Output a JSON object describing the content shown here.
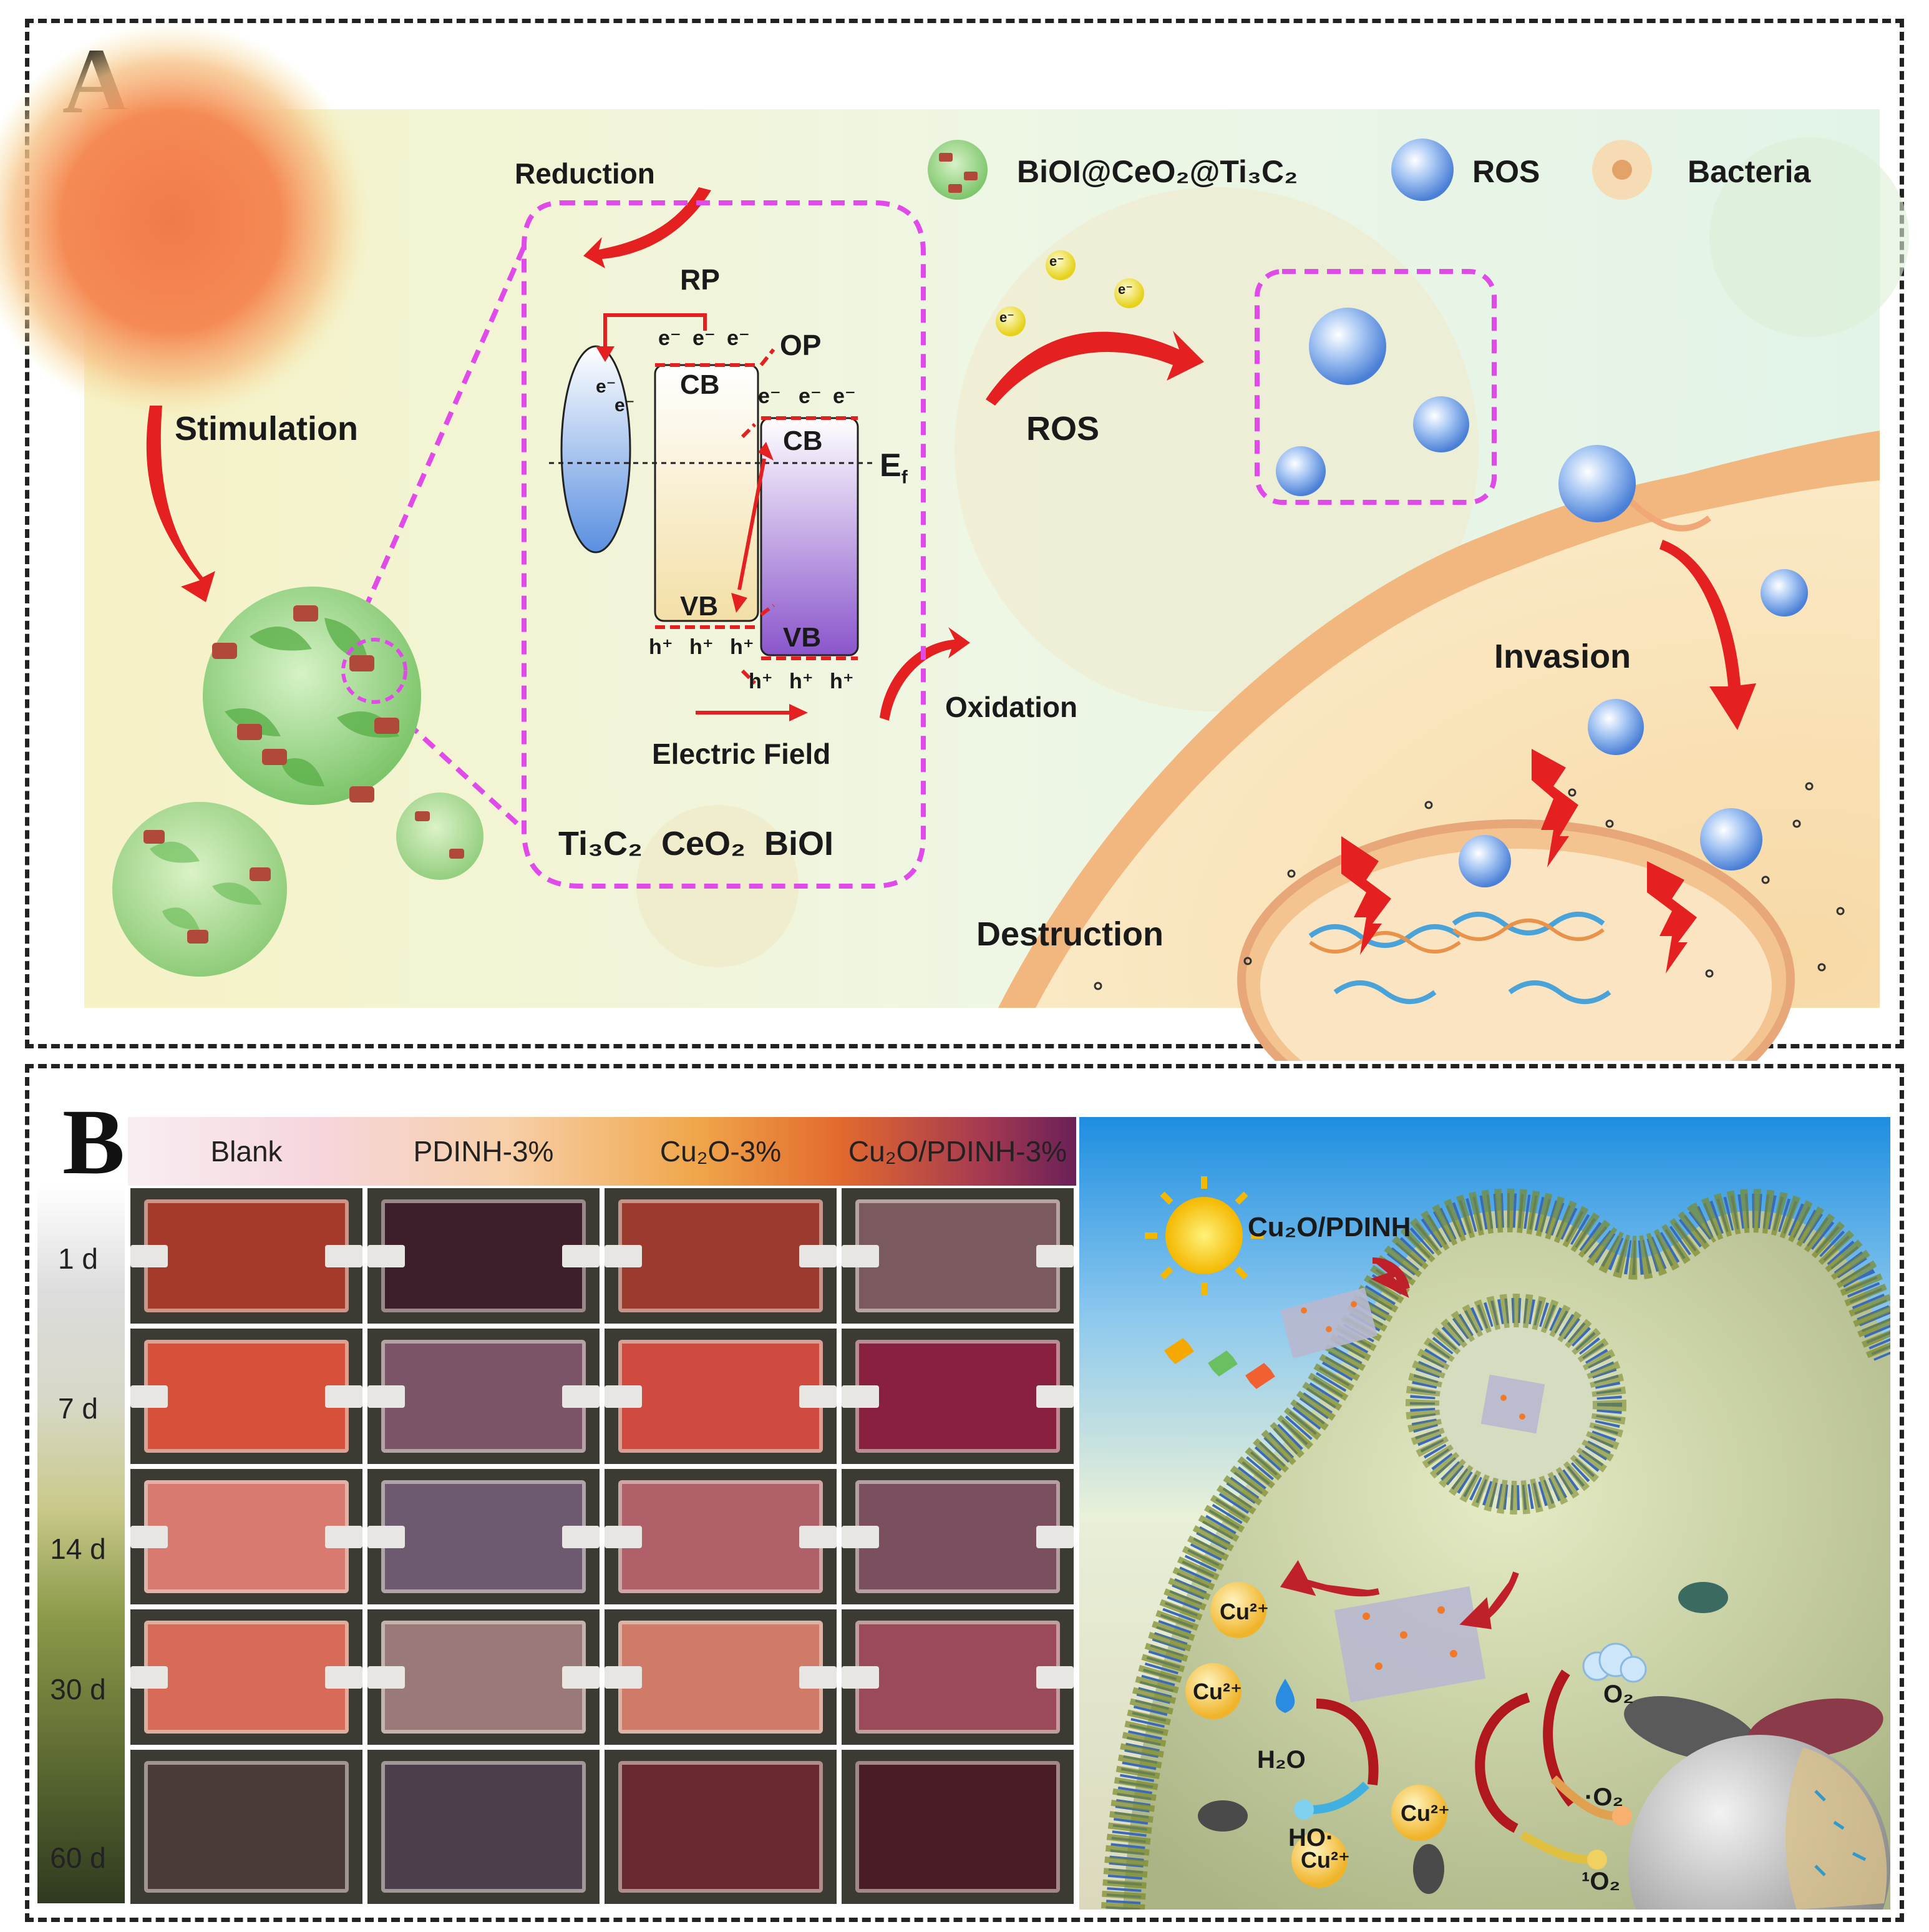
{
  "panel_a": {
    "letter": "A",
    "legend": {
      "composite": "BiOI@CeO₂@Ti₃C₂",
      "ros": "ROS",
      "bacteria": "Bacteria"
    },
    "labels": {
      "stimulation": "Stimulation",
      "reduction": "Reduction",
      "rp": "RP",
      "op": "OP",
      "cb1": "CB",
      "vb1": "VB",
      "cb2": "CB",
      "vb2": "VB",
      "ef": "E",
      "ef_sub": "f",
      "electric_field": "Electric Field",
      "oxidation": "Oxidation",
      "ros_arrow": "ROS",
      "invasion": "Invasion",
      "destruction": "Destruction",
      "electron": "e⁻",
      "hole": "h⁺",
      "materials": "Ti₃C₂  CeO₂  BiOI"
    },
    "colors": {
      "accent_dashed": "#e04ae8",
      "arrow_red": "#e52020"
    }
  },
  "panel_b": {
    "letter": "B",
    "columns": [
      "Blank",
      "PDINH-3%",
      "Cu₂O-3%",
      "Cu₂O/PDINH-3%"
    ],
    "days": [
      "1 d",
      "7 d",
      "14 d",
      "30 d",
      "60 d"
    ],
    "plate_colors": [
      [
        "#a63a2a",
        "#3d1f2c",
        "#9c3a30",
        "#7a5a5e"
      ],
      [
        "#d6503a",
        "#7b5468",
        "#d04a40",
        "#8a2040"
      ],
      [
        "#d97a70",
        "#6d5a70",
        "#b06068",
        "#7a5060"
      ],
      [
        "#d86a58",
        "#9a7a78",
        "#d07a68",
        "#9a4a58"
      ],
      [
        "#4a3a38",
        "#4a3f4a",
        "#6a2830",
        "#4a1c26"
      ]
    ],
    "scheme": {
      "title": "Cu₂O/PDINH",
      "cu_ion": "Cu²⁺",
      "h2o": "H₂O",
      "ho_radical": "HO·",
      "o2": "O₂",
      "superoxide": "·O₂",
      "singlet_o2": "¹O₂"
    }
  }
}
